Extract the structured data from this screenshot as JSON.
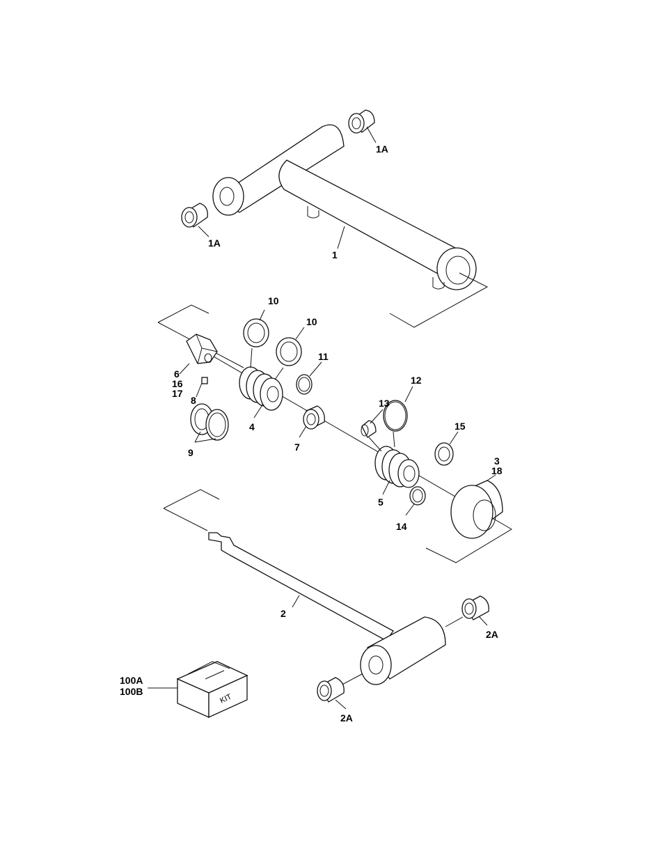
{
  "callouts": {
    "c1A_top": "1A",
    "c1A_left": "1A",
    "c1": "1",
    "c10a": "10",
    "c10b": "10",
    "c11": "11",
    "c6": "6",
    "c16": "16",
    "c17": "17",
    "c8": "8",
    "c4": "4",
    "c9": "9",
    "c7": "7",
    "c12": "12",
    "c13": "13",
    "c15": "15",
    "c3": "3",
    "c18": "18",
    "c5": "5",
    "c14": "14",
    "c2": "2",
    "c2A_right": "2A",
    "c2A_bottom": "2A",
    "c100A": "100A",
    "c100B": "100B"
  },
  "kit_label": "KIT"
}
